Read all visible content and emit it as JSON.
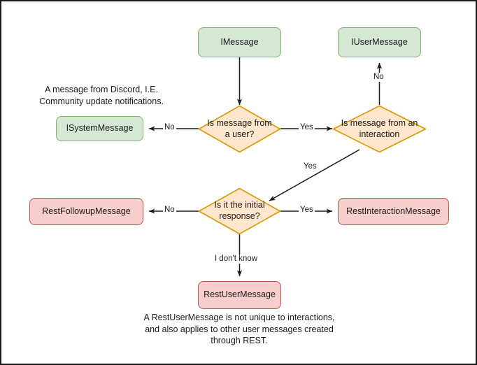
{
  "diagram": {
    "title": "Discord message type decision flowchart",
    "colors": {
      "green_fill": "#d5e8d4",
      "green_border": "#82b366",
      "pink_fill": "#f8cecc",
      "pink_border": "#b85450",
      "orange_fill": "#ffe6cc",
      "orange_border": "#d79b00",
      "edge": "#1a1a1a",
      "frame": "#1a1a1a",
      "background": "#ffffff"
    },
    "nodes": [
      {
        "id": "imessage",
        "label": "IMessage",
        "shape": "rounded-rect",
        "style": "green"
      },
      {
        "id": "iusermessage",
        "label": "IUserMessage",
        "shape": "rounded-rect",
        "style": "green"
      },
      {
        "id": "isystemmessage",
        "label": "ISystemMessage",
        "shape": "rounded-rect",
        "style": "green"
      },
      {
        "id": "restfollowupmessage",
        "label": "RestFollowupMessage",
        "shape": "rounded-rect",
        "style": "pink"
      },
      {
        "id": "restinteractionmessage",
        "label": "RestInteractionMessage",
        "shape": "rounded-rect",
        "style": "pink"
      },
      {
        "id": "restusermessage",
        "label": "RestUserMessage",
        "shape": "rounded-rect",
        "style": "pink"
      },
      {
        "id": "q-user",
        "label": "Is message from a user?",
        "shape": "diamond",
        "style": "orange"
      },
      {
        "id": "q-interaction",
        "label": "Is message from an interaction",
        "shape": "diamond",
        "style": "orange"
      },
      {
        "id": "q-initial",
        "label": "Is it the initial response?",
        "shape": "diamond",
        "style": "orange"
      }
    ],
    "edges": [
      {
        "from": "imessage",
        "to": "q-user",
        "label": ""
      },
      {
        "from": "q-user",
        "to": "isystemmessage",
        "label": "No"
      },
      {
        "from": "q-user",
        "to": "q-interaction",
        "label": "Yes"
      },
      {
        "from": "q-interaction",
        "to": "iusermessage",
        "label": "No"
      },
      {
        "from": "q-interaction",
        "to": "q-initial",
        "label": "Yes"
      },
      {
        "from": "q-initial",
        "to": "restfollowupmessage",
        "label": "No"
      },
      {
        "from": "q-initial",
        "to": "restinteractionmessage",
        "label": "Yes"
      },
      {
        "from": "q-initial",
        "to": "restusermessage",
        "label": "I don't know"
      }
    ],
    "notes": [
      {
        "id": "system-note",
        "line1": "A message from Discord, I.E.",
        "line2": "Community update notifications."
      },
      {
        "id": "restuser-note",
        "line1": "A RestUserMessage is not unique to interactions,",
        "line2": "and also applies to other user messages created",
        "line3": "through REST."
      }
    ]
  }
}
